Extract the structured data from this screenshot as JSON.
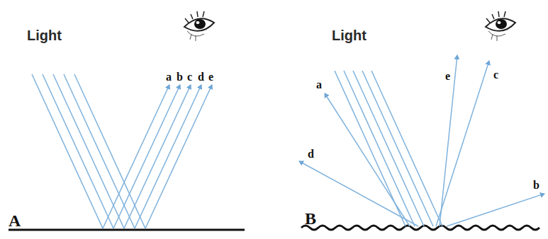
{
  "diagram": {
    "labels": [
      "Light",
      "a",
      "b",
      "c",
      "d",
      "e",
      "A",
      "Light",
      "a",
      "e",
      "c",
      "d",
      "b",
      "B"
    ]
  }
}
